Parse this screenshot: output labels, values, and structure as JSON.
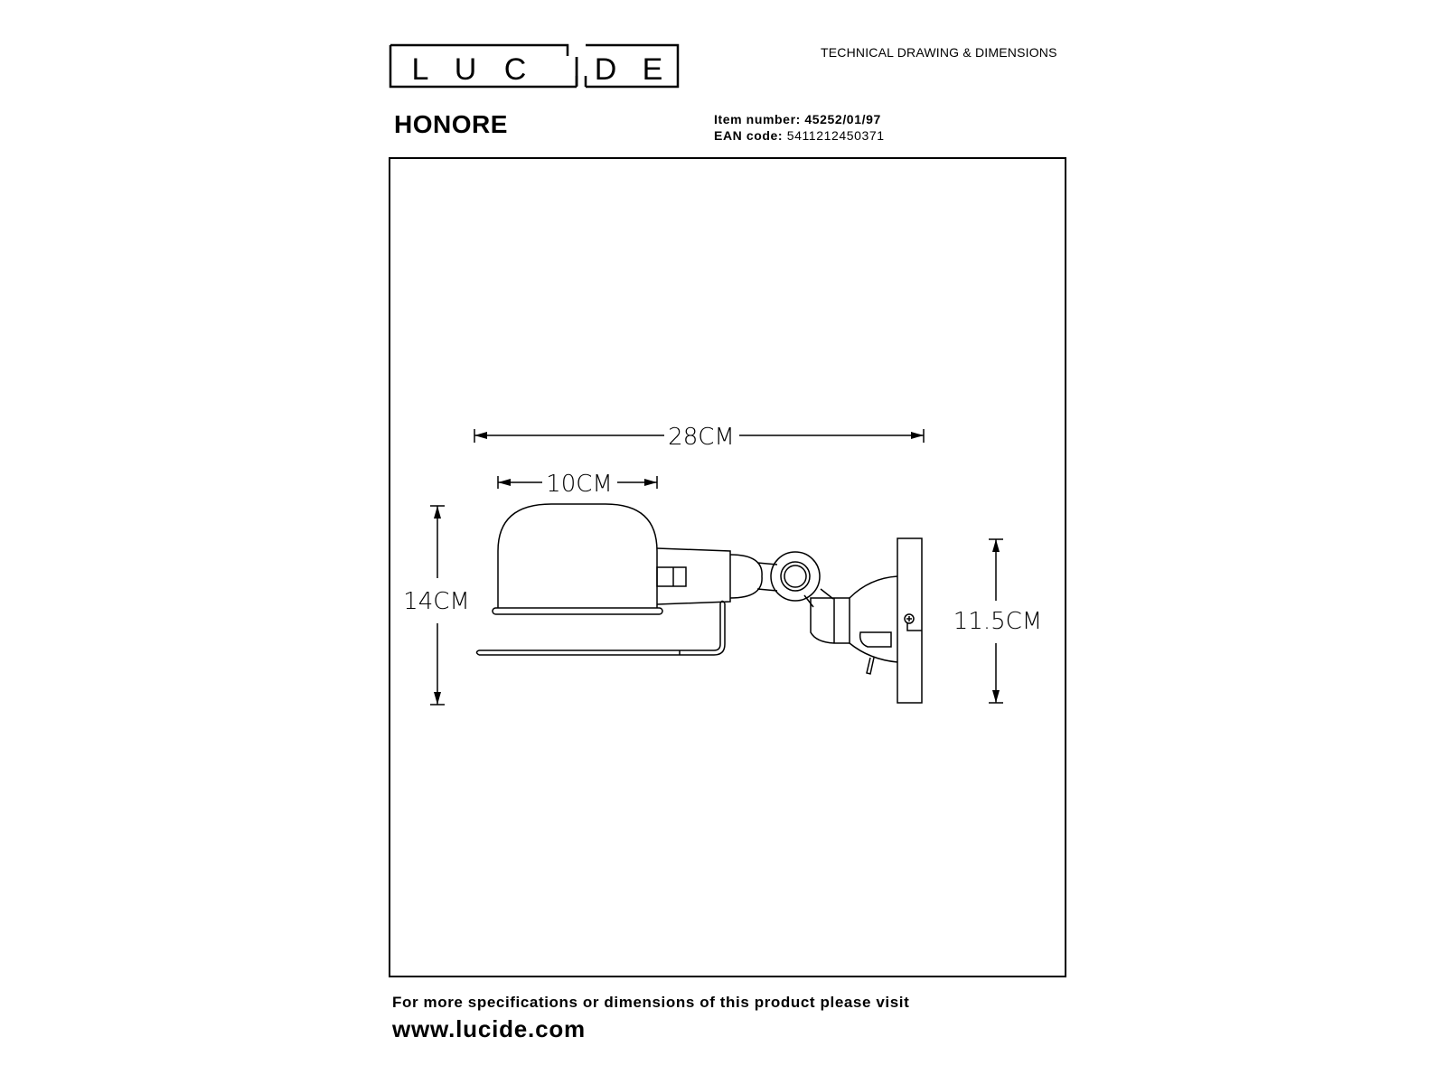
{
  "header": {
    "brand": "LUCIDE",
    "subtitle": "TECHNICAL DRAWING & DIMENSIONS",
    "product_name": "HONORE",
    "item_label": "Item number:",
    "item_value": "45252/01/97",
    "ean_label": "EAN code:",
    "ean_value": "5411212450371"
  },
  "drawing": {
    "dim_total_width": "28CM",
    "dim_shade_width": "10CM",
    "dim_height": "14CM",
    "dim_plate_height": "11.5CM"
  },
  "footer": {
    "note": "For more specifications or dimensions of this product please visit",
    "url": "www.lucide.com"
  }
}
